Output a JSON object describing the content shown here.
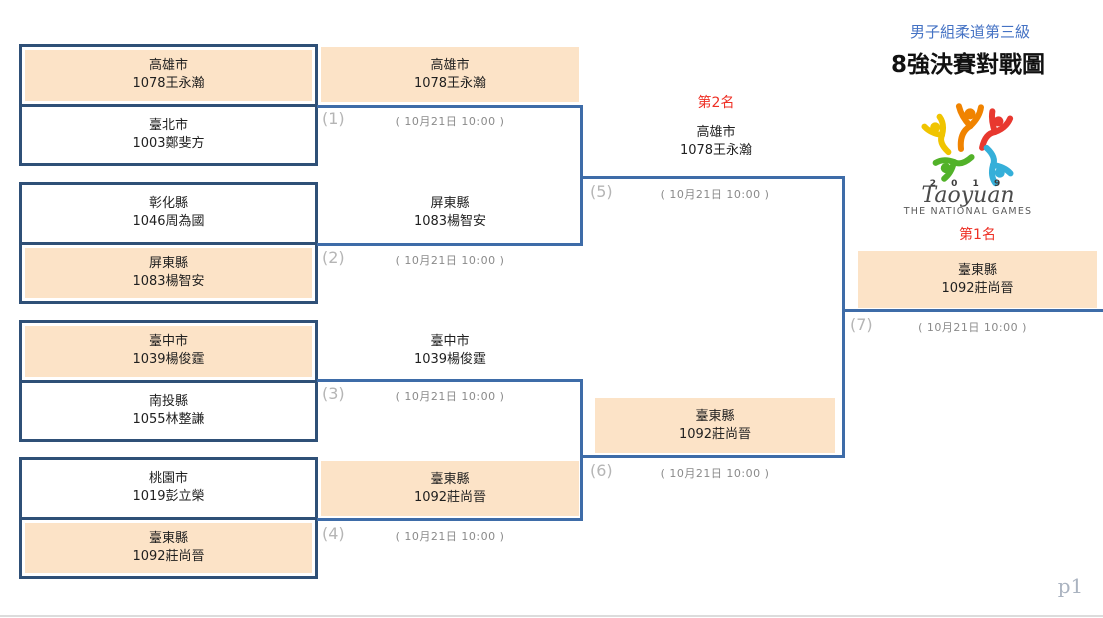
{
  "header": {
    "category": "男子組柔道第三級",
    "title": "8強決賽對戰圖",
    "logo": {
      "year": "2 0 1 9",
      "name": "Taoyuan",
      "subtitle": "THE NATIONAL GAMES"
    },
    "page_label": "p1"
  },
  "colors": {
    "pair_border_navy": "#2f5077",
    "bracket_line_blue": "#3e6ca8",
    "winner_fill_peach": "#fce3c7",
    "rank_red": "#ee2f24",
    "category_blue": "#4472c4",
    "match_no_gray": "#b5b5b5",
    "match_time_gray": "#8a8a8a"
  },
  "bracket": {
    "round1_pairs": [
      {
        "players": [
          {
            "city": "高雄市",
            "athlete": "1078王永瀚",
            "highlight": true
          },
          {
            "city": "臺北市",
            "athlete": "1003鄭斐方",
            "highlight": false
          }
        ]
      },
      {
        "players": [
          {
            "city": "彰化縣",
            "athlete": "1046周為國",
            "highlight": false
          },
          {
            "city": "屏東縣",
            "athlete": "1083楊智安",
            "highlight": true
          }
        ]
      },
      {
        "players": [
          {
            "city": "臺中市",
            "athlete": "1039楊俊霆",
            "highlight": true
          },
          {
            "city": "南投縣",
            "athlete": "1055林整謙",
            "highlight": false
          }
        ]
      },
      {
        "players": [
          {
            "city": "桃園市",
            "athlete": "1019彭立榮",
            "highlight": false
          },
          {
            "city": "臺東縣",
            "athlete": "1092莊尚晉",
            "highlight": true
          }
        ]
      }
    ],
    "round2_slots": [
      {
        "city": "高雄市",
        "athlete": "1078王永瀚",
        "highlight": true
      },
      {
        "city": "屏東縣",
        "athlete": "1083楊智安",
        "highlight": false
      },
      {
        "city": "臺中市",
        "athlete": "1039楊俊霆",
        "highlight": false
      },
      {
        "city": "臺東縣",
        "athlete": "1092莊尚晉",
        "highlight": true
      }
    ],
    "matches": [
      {
        "no": "(1)",
        "time": "( 10月21日 10:00 )"
      },
      {
        "no": "(2)",
        "time": "( 10月21日 10:00 )"
      },
      {
        "no": "(3)",
        "time": "( 10月21日 10:00 )"
      },
      {
        "no": "(4)",
        "time": "( 10月21日 10:00 )"
      },
      {
        "no": "(5)",
        "time": "( 10月21日 10:00 )"
      },
      {
        "no": "(6)",
        "time": "( 10月21日 10:00 )"
      },
      {
        "no": "(7)",
        "time": "( 10月21日 10:00 )"
      }
    ],
    "semifinal": {
      "loser_rank_label": "第2名",
      "slot1": {
        "city": "高雄市",
        "athlete": "1078王永瀚",
        "highlight": false
      },
      "slot2": {
        "city": "臺東縣",
        "athlete": "1092莊尚晉",
        "highlight": true
      }
    },
    "final": {
      "winner_rank_label": "第1名",
      "champion": {
        "city": "臺東縣",
        "athlete": "1092莊尚晉",
        "highlight": true
      }
    }
  }
}
